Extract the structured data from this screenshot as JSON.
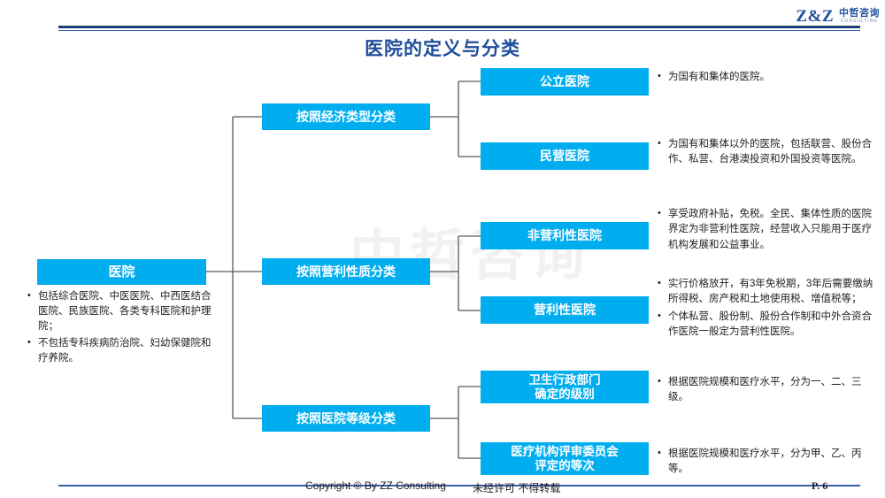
{
  "slide": {
    "title": "医院的定义与分类",
    "watermark": "中哲咨询",
    "page_label": "P. 6"
  },
  "logo": {
    "mark": "Z&Z",
    "name_cn": "中哲咨询",
    "name_en": "CONSULTING"
  },
  "footer": {
    "copyright": "Copyright © By  ZZ Consulting",
    "notice": "未经许可 不得转载",
    "page": "P. 6"
  },
  "colors": {
    "box_blue": "#00aeef",
    "title_blue": "#1f4e9c",
    "rule_navy": "#1f3f7a",
    "connector_gray": "#595959",
    "text_black": "#231f20"
  },
  "diagram": {
    "root": {
      "label": "医院",
      "bullets": [
        "包括综合医院、中医医院、中西医结合医院、民族医院、各类专科医院和护理院；",
        "不包括专科疾病防治院、妇幼保健院和疗养院。"
      ]
    },
    "branches": [
      {
        "label": "按照经济类型分类",
        "leaves": [
          {
            "label": "公立医院",
            "bullets": [
              "为国有和集体的医院。"
            ]
          },
          {
            "label": "民营医院",
            "bullets": [
              "为国有和集体以外的医院，包括联营、股份合作、私营、台港澳投资和外国投资等医院。"
            ]
          }
        ]
      },
      {
        "label": "按照营利性质分类",
        "leaves": [
          {
            "label": "非营利性医院",
            "bullets": [
              "享受政府补贴，免税。全民、集体性质的医院界定为非营利性医院，经营收入只能用于医疗机构发展和公益事业。"
            ]
          },
          {
            "label": "营利性医院",
            "bullets": [
              "实行价格放开，有3年免税期，3年后需要缴纳所得税、房产税和土地使用税、增值税等；",
              "个体私营、股份制、股份合作制和中外合资合作医院一般定为营利性医院。"
            ]
          }
        ]
      },
      {
        "label": "按照医院等级分类",
        "leaves": [
          {
            "label": "卫生行政部门\n确定的级别",
            "label_line1": "卫生行政部门",
            "label_line2": "确定的级别",
            "bullets": [
              "根据医院规模和医疗水平，分为一、二、三级。"
            ]
          },
          {
            "label": "医疗机构评审委员会\n评定的等次",
            "label_line1": "医疗机构评审委员会",
            "label_line2": "评定的等次",
            "bullets": [
              "根据医院规模和医疗水平，分为甲、乙、丙等。"
            ]
          }
        ]
      }
    ]
  }
}
